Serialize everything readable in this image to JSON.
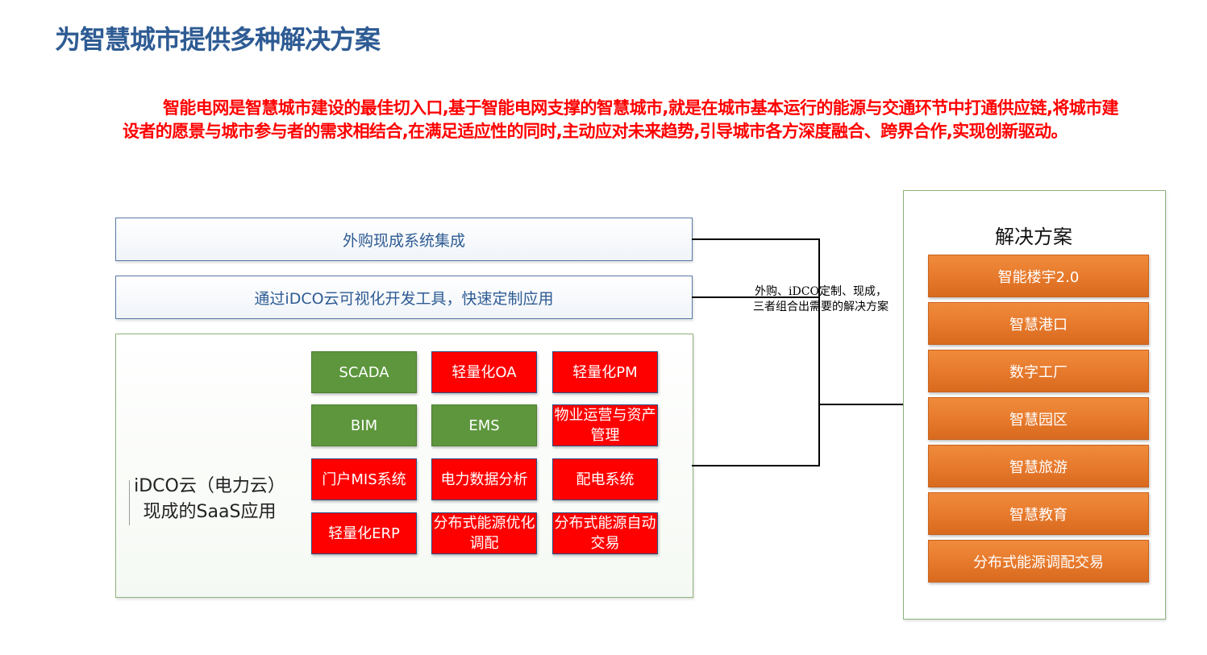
{
  "title": "为智慧城市提供多种解决方案",
  "intro": "智能电网是智慧城市建设的最佳切入口,基于智能电网支撑的智慧城市,就是在城市基本运行的能源与交通环节中打通供应链,将城市建设者的愿景与城市参与者的需求相结合,在满足适应性的同时,主动应对未来趋势,引导城市各方深度融合、跨界合作,实现创新驱动。",
  "left": {
    "bar_1": "外购现成系统集成",
    "bar_2": "通过iDCO云可视化开发工具，快速定制应用",
    "saas_label_line1": "iDCO云（电力云）",
    "saas_label_line2": "现成的SaaS应用",
    "modules": [
      {
        "label": "SCADA",
        "color": "green"
      },
      {
        "label": "轻量化OA",
        "color": "red"
      },
      {
        "label": "轻量化PM",
        "color": "red"
      },
      {
        "label": "BIM",
        "color": "green"
      },
      {
        "label": "EMS",
        "color": "green"
      },
      {
        "label": "物业运营与资产管理",
        "color": "red"
      },
      {
        "label": "门户MIS系统",
        "color": "red"
      },
      {
        "label": "电力数据分析",
        "color": "red"
      },
      {
        "label": "配电系统",
        "color": "red"
      },
      {
        "label": "轻量化ERP",
        "color": "red"
      },
      {
        "label": "分布式能源优化调配",
        "color": "red"
      },
      {
        "label": "分布式能源自动交易",
        "color": "red"
      }
    ]
  },
  "connector_note_line1": "外购、iDCO定制、现成，",
  "connector_note_line2": "三者组合出需要的解决方案",
  "solutions": {
    "title": "解决方案",
    "items": [
      "智能楼宇2.0",
      "智慧港口",
      "数字工厂",
      "智慧园区",
      "智慧旅游",
      "智慧教育",
      "分布式能源调配交易"
    ]
  },
  "colors": {
    "title": "#2e5b93",
    "intro_text": "#ff0000",
    "module_green": "#5d963c",
    "module_red": "#ff0000",
    "solution_orange": "#e5772a",
    "panel_border": "#8db37a"
  }
}
